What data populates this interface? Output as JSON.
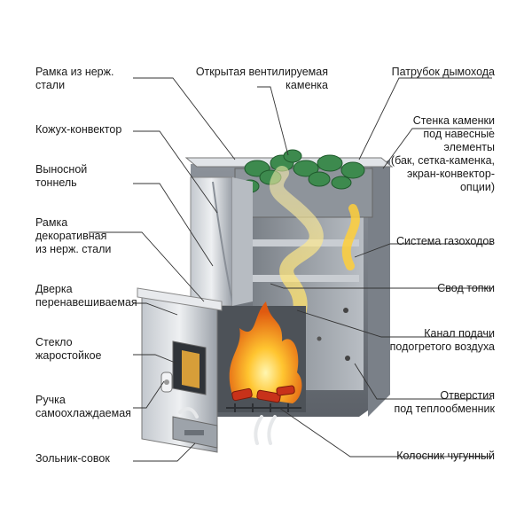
{
  "labels": {
    "frame_steel": "Рамка из нерж.\nстали",
    "open_heater": "Открытая вентилируемая\nкаменка",
    "chimney_pipe": "Патрубок дымохода",
    "convector_casing": "Кожух-конвектор",
    "heater_wall": "Стенка каменки\nпод навесные\nэлементы\n(бак, сетка-каменка,\nэкран-конвектор-\nопции)",
    "remote_tunnel": "Выносной\nтоннель",
    "decor_frame": "Рамка\nдекоративная\nиз нерж. стали",
    "gas_system": "Система газоходов",
    "door": "Дверка\nперенавешиваемая",
    "firebox_arch": "Свод топки",
    "glass": "Стекло\nжаростойкое",
    "air_channel": "Канал подачи\nподогретого воздуха",
    "handle": "Ручка\nсамоохлаждаемая",
    "heat_exchanger_holes": "Отверстия\nпод теплообменник",
    "ash_pan": "Зольник-совок",
    "grate": "Колосник чугунный"
  },
  "colors": {
    "steel_light": "#d9dde2",
    "steel_mid": "#a9afb7",
    "steel_dark": "#6e747c",
    "stone": "#3d8a4e",
    "flame": "#f6a21a",
    "ember": "#c8321a",
    "line": "#333333"
  },
  "icons": {
    "flame": "flame-icon",
    "airflow": "airflow-arrows-icon"
  }
}
